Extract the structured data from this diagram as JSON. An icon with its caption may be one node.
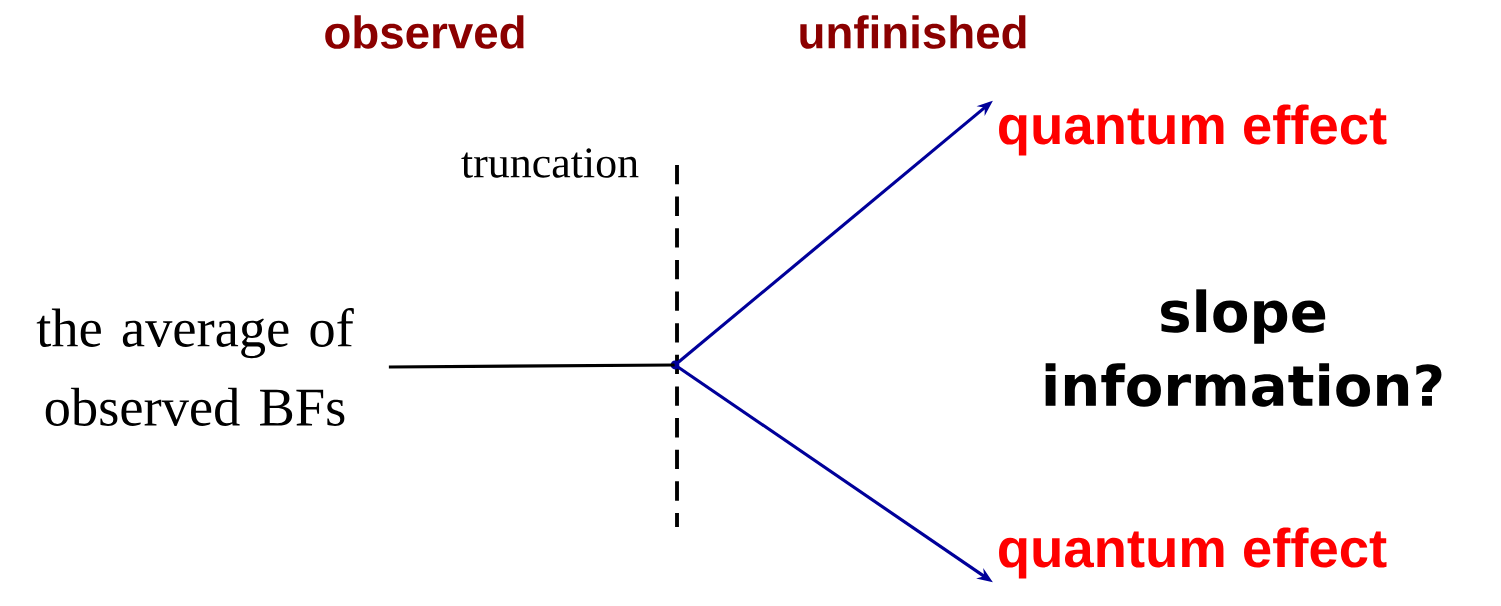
{
  "diagram": {
    "nodes": [
      {
        "text": [
          "the average of observed BFs"
        ]
      },
      {
        "text": [],
        "shape": "point"
      },
      {
        "text": [
          "quantum effect"
        ]
      },
      {
        "text": [
          "quantum effect"
        ]
      }
    ],
    "edges": [
      {
        "from": 0,
        "to": 1,
        "arrow": "none",
        "color": "#000000"
      },
      {
        "from": 1,
        "to": 2,
        "arrow": "to"
      },
      {
        "from": 1,
        "to": 3,
        "arrow": "to"
      }
    ],
    "labels": [
      "observed",
      "unfinished",
      "truncation",
      "slope information?"
    ]
  }
}
